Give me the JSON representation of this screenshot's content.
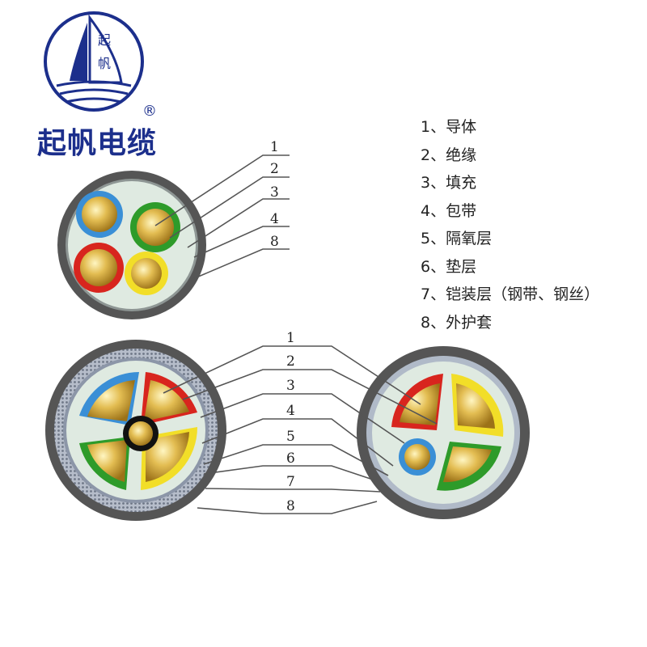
{
  "brand": {
    "logo_text_top": "起",
    "logo_text_bottom": "帆",
    "registered_mark": "®",
    "name": "起帆电缆",
    "color": "#1c2f8c"
  },
  "legend": [
    "1、导体",
    "2、绝缘",
    "3、填充",
    "4、包带",
    "5、隔氧层",
    "6、垫层",
    "7、铠装层（钢带、钢丝）",
    "8、外护套"
  ],
  "callouts": {
    "top": [
      "1",
      "2",
      "3",
      "4",
      "8"
    ],
    "bottom": [
      "1",
      "2",
      "3",
      "4",
      "5",
      "6",
      "7",
      "8"
    ]
  },
  "colors": {
    "sheath": "#545454",
    "filler": "#d9e6dc",
    "conductor_light": "#fff4b0",
    "conductor_dark": "#a47a1a",
    "blue": "#3a8fd6",
    "green": "#2e9b2a",
    "red": "#d8251e",
    "yellow": "#f2de28",
    "armor": "#9aa4b6"
  }
}
